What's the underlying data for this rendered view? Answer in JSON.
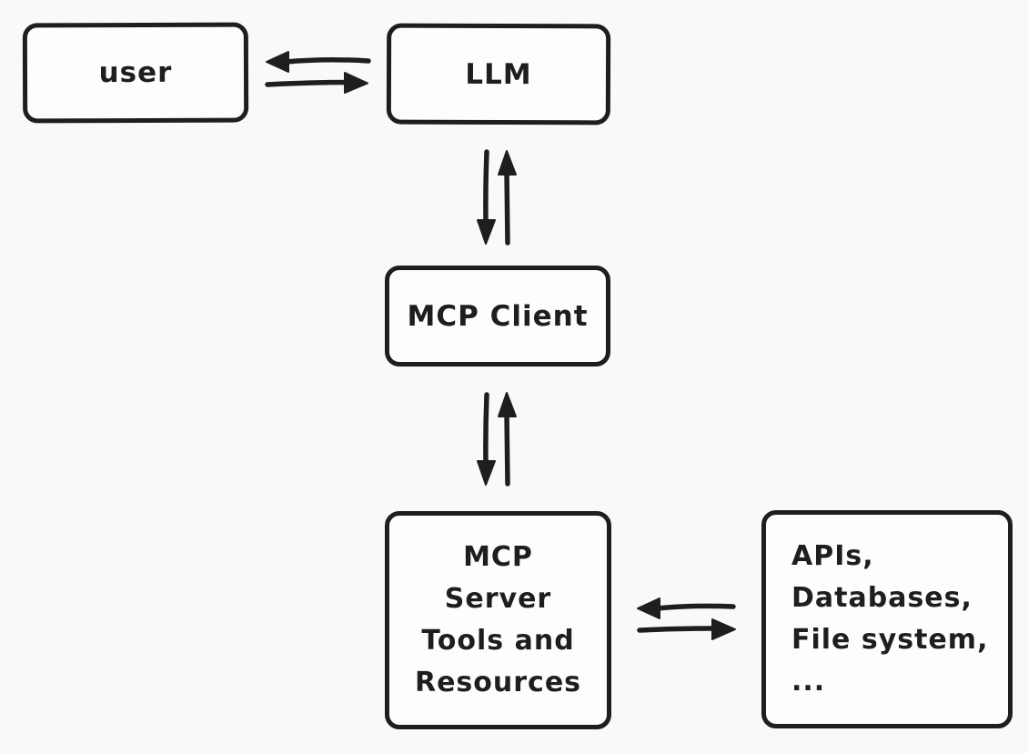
{
  "page": {
    "background_color": "#f8f9fb",
    "stroke_color": "#1e1e1e",
    "box_fill_color": "#fdfdfd"
  },
  "diagram": {
    "nodes": {
      "user": {
        "label": "user"
      },
      "llm": {
        "label": "LLM"
      },
      "mcp_client": {
        "label": "MCP Client"
      },
      "mcp_server": {
        "lines": [
          "MCP",
          "Server",
          "Tools and",
          "Resources"
        ]
      },
      "external": {
        "lines": [
          "APIs,",
          "Databases,",
          "File system,",
          "..."
        ]
      }
    },
    "edges": [
      {
        "from": "user",
        "to": "llm",
        "type": "bidirectional",
        "orientation": "horizontal"
      },
      {
        "from": "llm",
        "to": "mcp_client",
        "type": "bidirectional",
        "orientation": "vertical"
      },
      {
        "from": "mcp_client",
        "to": "mcp_server",
        "type": "bidirectional",
        "orientation": "vertical"
      },
      {
        "from": "mcp_server",
        "to": "external",
        "type": "bidirectional",
        "orientation": "horizontal"
      }
    ]
  }
}
